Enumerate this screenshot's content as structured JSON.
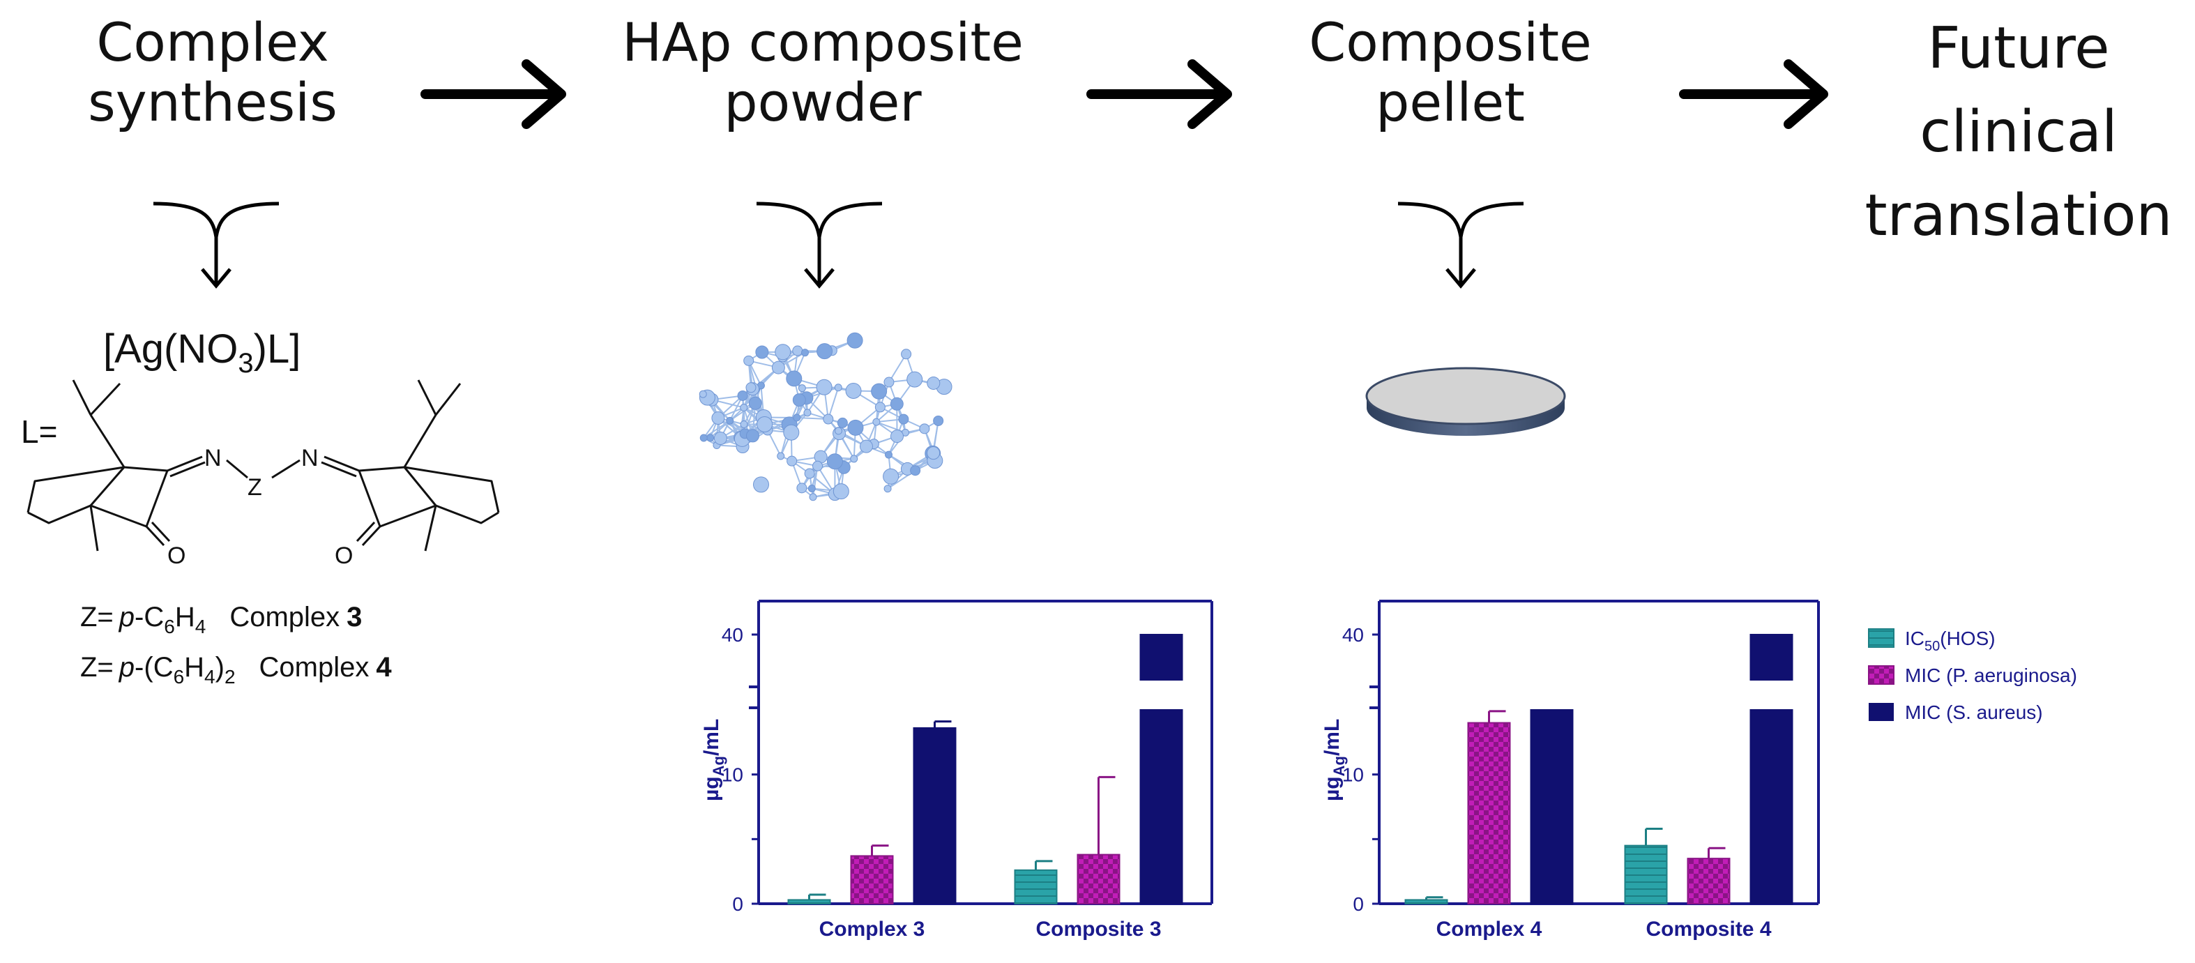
{
  "workflow": {
    "steps": [
      {
        "label": "Complex\nsynthesis"
      },
      {
        "label": "HAp composite\npowder"
      },
      {
        "label": "Composite\npellet"
      },
      {
        "label": "Future\nclinical\ntranslation"
      }
    ]
  },
  "chemistry": {
    "formula_parts": [
      "[Ag(NO",
      "3",
      ")L]"
    ],
    "ligand_prefix": "L=",
    "atoms": {
      "n1": "N",
      "z": "Z",
      "n2": "N",
      "o1": "O",
      "o2": "O"
    },
    "complex3": {
      "z_eq": "Z=",
      "para": "p",
      "group_a": "-C",
      "sub6": "6",
      "h": "H",
      "sub4": "4",
      "name": "Complex",
      "num": "3"
    },
    "complex4": {
      "z_eq": "Z=",
      "para": "p",
      "group_a": "-(C",
      "sub6": "6",
      "h": "H",
      "sub4": "4",
      "close": ")",
      "sub2": "2",
      "name": "Complex",
      "num": "4"
    }
  },
  "colors": {
    "axis": "#1a1a8c",
    "ic50": "#2aa3a8",
    "mic_pa": "#c21db8",
    "mic_sa": "#101070"
  },
  "chart_data": [
    {
      "type": "bar",
      "ylabel_main": "µg",
      "ylabel_sub": "Ag",
      "ylabel_unit": "/mL",
      "yticks": [
        "0",
        "10",
        "40"
      ],
      "categories": [
        "Complex 3",
        "Composite 3"
      ],
      "axis_break": true,
      "series": [
        {
          "name": "IC50(HOS)",
          "values": [
            0.3,
            2.6
          ],
          "errors": [
            0.4,
            0.7
          ]
        },
        {
          "name": "MIC (P. aeruginosa)",
          "values": [
            3.7,
            3.8
          ],
          "errors": [
            0.8,
            6.0
          ]
        },
        {
          "name": "MIC (S. aureus)",
          "values": [
            13.6,
            40
          ],
          "errors": [
            0.5,
            0
          ]
        }
      ]
    },
    {
      "type": "bar",
      "ylabel_main": "µg",
      "ylabel_sub": "Ag",
      "ylabel_unit": "/mL",
      "yticks": [
        "0",
        "10",
        "40"
      ],
      "categories": [
        "Complex 4",
        "Composite 4"
      ],
      "axis_break": true,
      "series": [
        {
          "name": "IC50(HOS)",
          "values": [
            0.3,
            4.5
          ],
          "errors": [
            0.2,
            1.3
          ]
        },
        {
          "name": "MIC (P. aeruginosa)",
          "values": [
            14.0,
            3.5
          ],
          "errors": [
            0.9,
            0.8
          ]
        },
        {
          "name": "MIC (S. aureus)",
          "values": [
            15,
            40
          ],
          "errors": [
            0,
            0
          ]
        }
      ]
    }
  ],
  "legend": {
    "items": [
      {
        "main": "IC",
        "sub": "50",
        "rest": "(HOS)"
      },
      {
        "main": "MIC (P. aeruginosa)",
        "sub": "",
        "rest": ""
      },
      {
        "main": "MIC (S. aureus)",
        "sub": "",
        "rest": ""
      }
    ]
  }
}
